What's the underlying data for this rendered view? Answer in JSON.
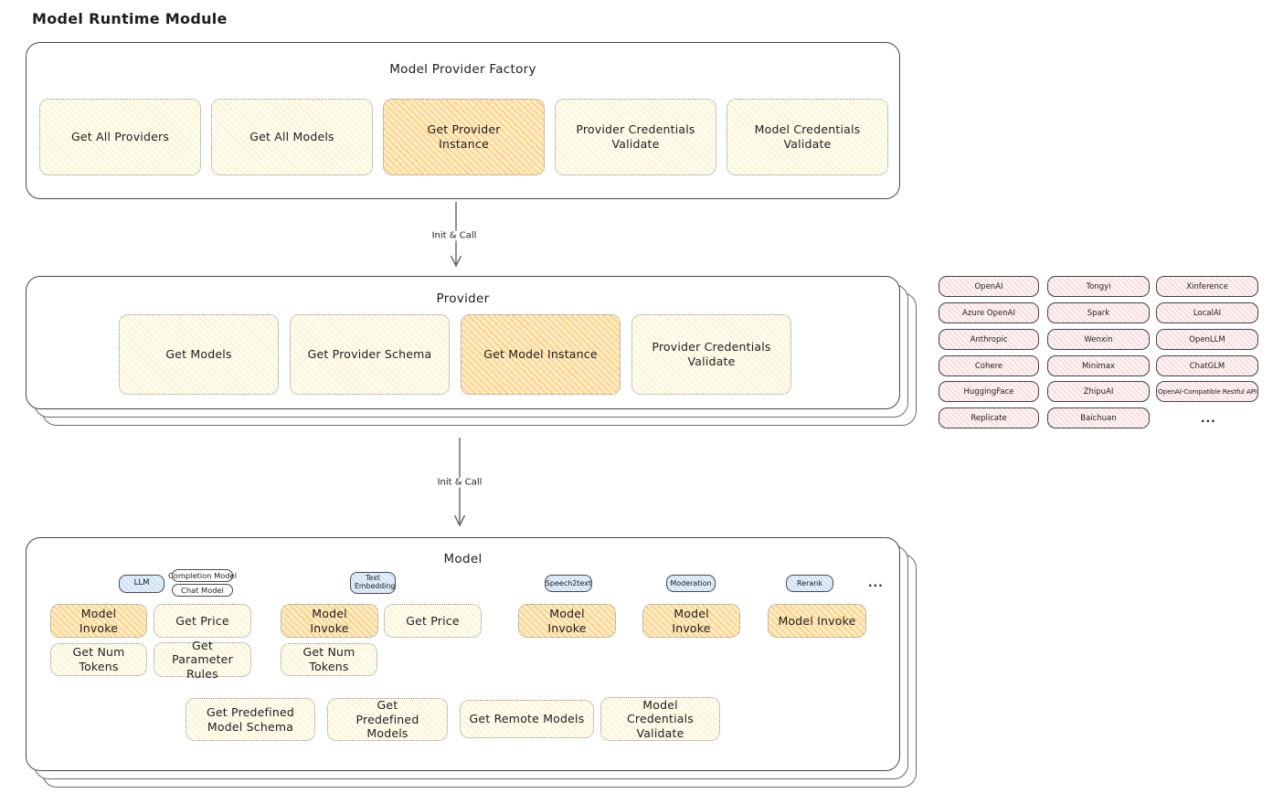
{
  "page_title": "Model Runtime Module",
  "colors": {
    "yellow_box": "#fdf6da",
    "orange_highlight_box": "#ffe0a8",
    "blue_badge": "#dcebf8",
    "pink_provider_box": "#fcebeb",
    "ink": "#1d1d1d"
  },
  "factory": {
    "title": "Model Provider Factory",
    "boxes": [
      {
        "label": "Get All Providers",
        "highlight": false
      },
      {
        "label": "Get All Models",
        "highlight": false
      },
      {
        "label": "Get Provider Instance",
        "highlight": true
      },
      {
        "label": "Provider Credentials Validate",
        "highlight": false
      },
      {
        "label": "Model Credentials Validate",
        "highlight": false
      }
    ]
  },
  "arrow1": {
    "label": "Init & Call"
  },
  "arrow2": {
    "label": "Init & Call"
  },
  "provider": {
    "title": "Provider",
    "boxes": [
      {
        "label": "Get Models",
        "highlight": false
      },
      {
        "label": "Get Provider Schema",
        "highlight": false
      },
      {
        "label": "Get Model Instance",
        "highlight": true
      },
      {
        "label": "Provider Credentials Validate",
        "highlight": false
      }
    ]
  },
  "providers_grid": {
    "grid": [
      [
        "OpenAI",
        "Azure OpenAI",
        "Anthropic",
        "Cohere",
        "HuggingFace",
        "Replicate"
      ],
      [
        "Tongyi",
        "Spark",
        "Wenxin",
        "Minimax",
        "ZhipuAI",
        "Baichuan"
      ],
      [
        "Xinference",
        "LocalAI",
        "OpenLLM",
        "ChatGLM",
        "OpenAI-Compatible Restful API"
      ]
    ],
    "ellipsis": "..."
  },
  "model": {
    "title": "Model",
    "ellipsis": "...",
    "groups": [
      {
        "badge": "LLM",
        "tags": [
          "Completion Model",
          "Chat Model"
        ],
        "boxes": [
          {
            "label": "Model Invoke",
            "highlight": true
          },
          {
            "label": "Get Price",
            "highlight": false
          },
          {
            "label": "Get Num Tokens",
            "highlight": false
          },
          {
            "label": "Get Parameter Rules",
            "highlight": false
          }
        ]
      },
      {
        "badge": "Text Embedding",
        "boxes": [
          {
            "label": "Model Invoke",
            "highlight": true
          },
          {
            "label": "Get Price",
            "highlight": false
          },
          {
            "label": "Get Num Tokens",
            "highlight": false
          }
        ]
      },
      {
        "badge": "Speech2text",
        "boxes": [
          {
            "label": "Model Invoke",
            "highlight": true
          }
        ]
      },
      {
        "badge": "Moderation",
        "boxes": [
          {
            "label": "Model Invoke",
            "highlight": true
          }
        ]
      },
      {
        "badge": "Rerank",
        "boxes": [
          {
            "label": "Model Invoke",
            "highlight": true
          }
        ]
      }
    ],
    "bottom_boxes": [
      {
        "label": "Get Predefined Model Schema"
      },
      {
        "label": "Get Predefined Models"
      },
      {
        "label": "Get Remote Models"
      },
      {
        "label": "Model Credentials Validate"
      }
    ]
  }
}
